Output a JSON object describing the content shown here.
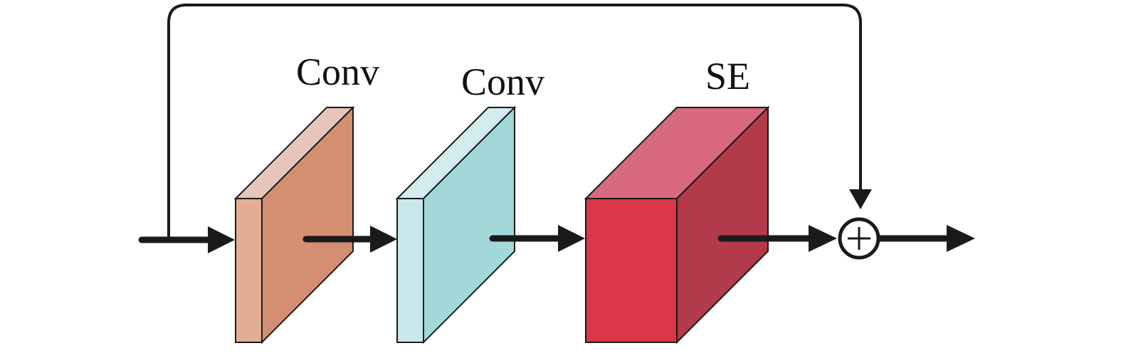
{
  "labels": {
    "conv_1": "Conv",
    "conv_2": "Conv",
    "se": "SE"
  },
  "colors": {
    "conv_1_front": "#e3ad93",
    "conv_1_side": "#d48f72",
    "conv_1_top": "#e6c6b8",
    "conv_2_front": "#c7e7ea",
    "conv_2_side": "#a3d8da",
    "conv_2_top": "#d2ecef",
    "se_front": "#dc364a",
    "se_side": "#b23a4a",
    "se_top": "#d9697f",
    "stroke": "#1a1a1a"
  },
  "icons": {
    "sum_node": "circle-plus-icon"
  }
}
